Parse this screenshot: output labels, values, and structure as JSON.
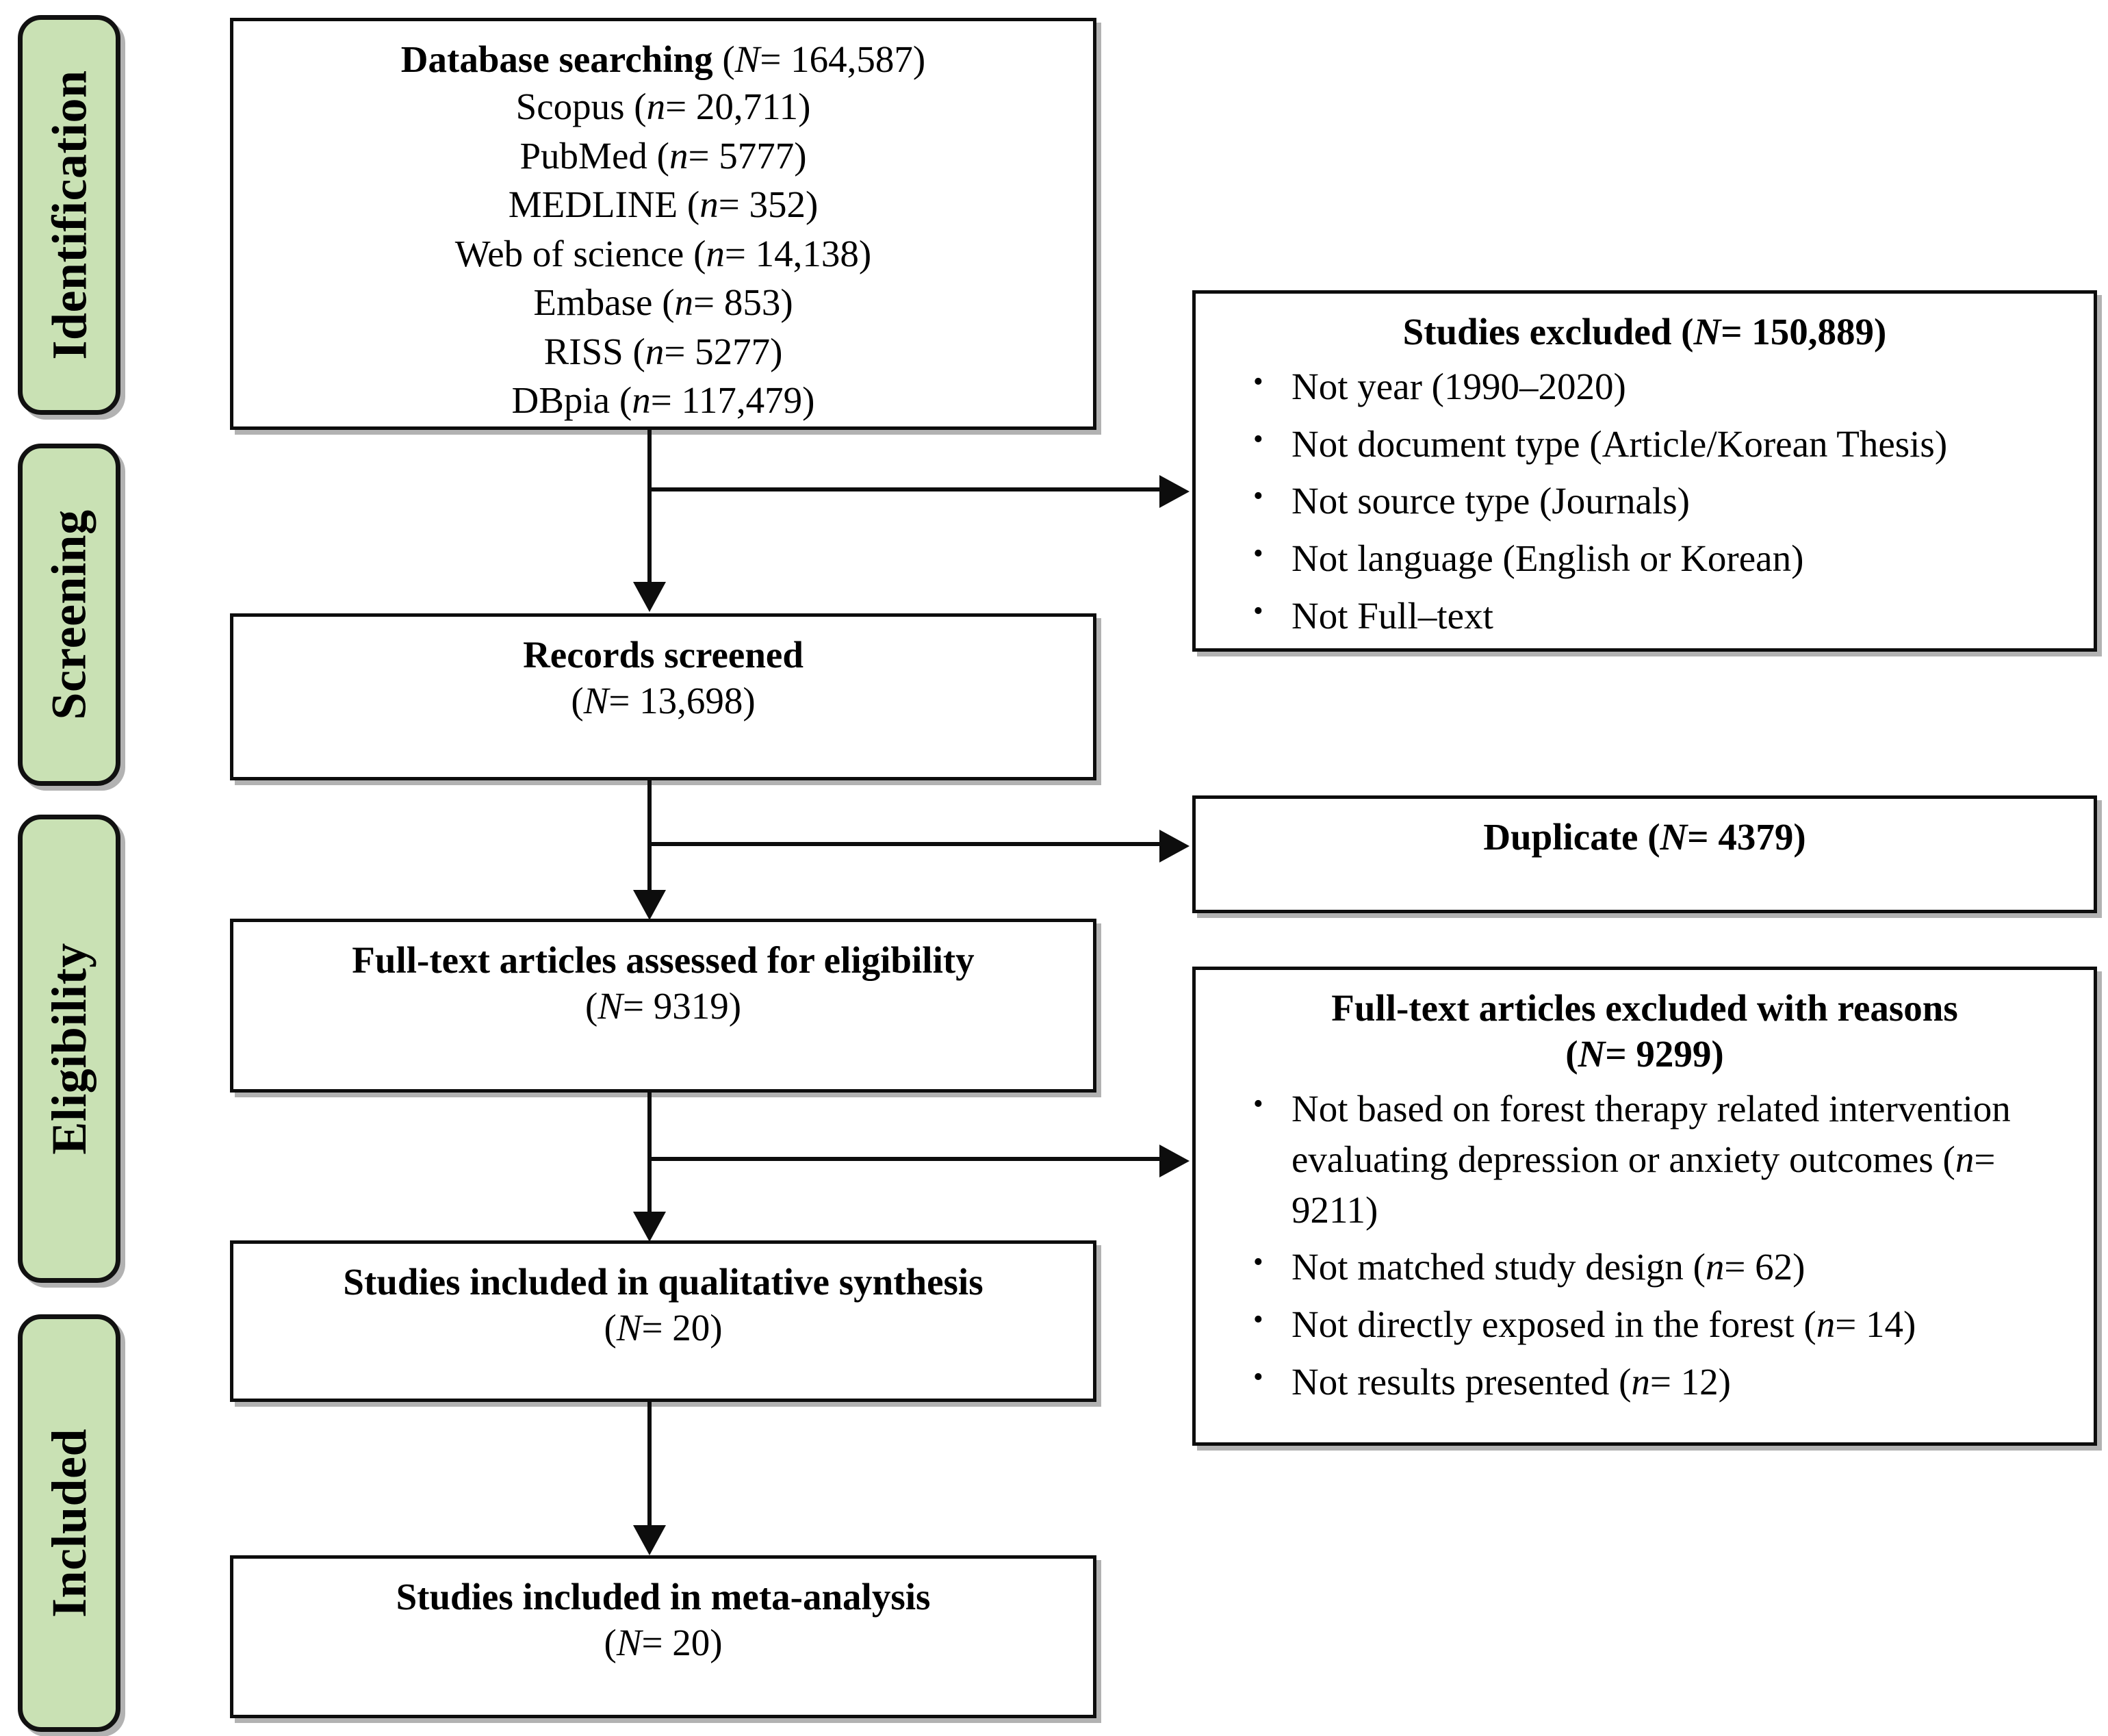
{
  "figure": {
    "type": "prisma-flow-diagram",
    "stages": [
      {
        "label": "Identification"
      },
      {
        "label": "Screening"
      },
      {
        "label": "Eligibility"
      },
      {
        "label": "Included"
      }
    ],
    "accent_green": "#c9e1b4",
    "line_color": "#0d0d0d"
  },
  "boxes": {
    "database_searching": {
      "title_text": "Database searching",
      "title_count": "(N= 164,587)",
      "title_italic_symbol": "N",
      "sources": [
        {
          "name": "Scopus",
          "count": "(n= 20,711)"
        },
        {
          "name": "PubMed",
          "count": "(n= 5777)"
        },
        {
          "name": "MEDLINE",
          "count": "(n= 352)"
        },
        {
          "name": "Web of science",
          "count": "(n= 14,138)"
        },
        {
          "name": "Embase",
          "count": "(n= 853)"
        },
        {
          "name": "RISS",
          "count": "(n= 5277)"
        },
        {
          "name": "DBpia",
          "count": "(n= 117,479)"
        }
      ]
    },
    "studies_excluded": {
      "title": "Studies excluded (N= 150,889)",
      "title_text": "Studies excluded",
      "title_count": "(N= 150,889)",
      "items": [
        "Not year (1990–2020)",
        "Not document type (Article/Korean Thesis)",
        "Not source type (Journals)",
        "Not language (English or Korean)",
        "Not Full–text"
      ]
    },
    "records_screened": {
      "title": "Records screened",
      "count": "(N= 13,698)"
    },
    "duplicate": {
      "title_text": "Duplicate",
      "title_count": "(N= 4379)"
    },
    "fulltext_assessed": {
      "title": "Full-text articles assessed for eligibility",
      "count": "(N= 9319)"
    },
    "fulltext_excluded": {
      "title_line1": "Full-text articles excluded with reasons",
      "title_line2": "(N= 9299)",
      "items": [
        "Not based on forest therapy related intervention evaluating depression or anxiety outcomes (n= 9211)",
        "Not matched study design (n= 62)",
        "Not directly exposed in the forest (n= 14)",
        "Not results presented (n= 12)"
      ]
    },
    "qualitative_synthesis": {
      "title": "Studies included in qualitative synthesis",
      "count": "(N= 20)"
    },
    "meta_analysis": {
      "title": "Studies included in meta-analysis",
      "count": "(N= 20)"
    }
  }
}
